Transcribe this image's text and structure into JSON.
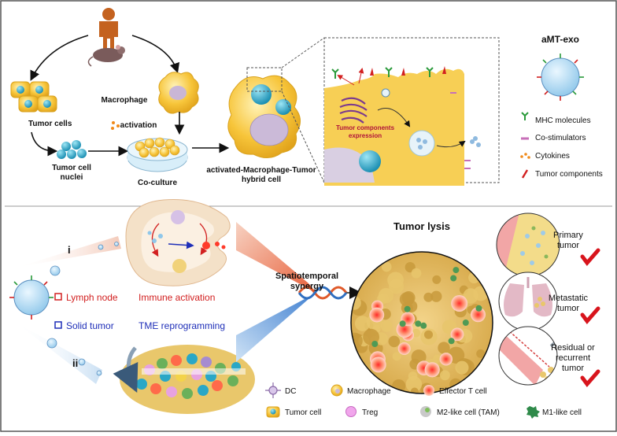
{
  "top": {
    "tumor_cells": "Tumor cells",
    "tumor_cell_nuclei_line1": "Tumor cell",
    "tumor_cell_nuclei_line2": "nuclei",
    "macrophage": "Macrophage",
    "activation": "activation",
    "co_culture": "Co-culture",
    "hybrid_line1": "activated-Macrophage-Tumor",
    "hybrid_line2": "hybrid cell",
    "inset_line1": "Tumor components",
    "inset_line2": "expression"
  },
  "legend_top": {
    "title": "aMT-exo",
    "items": [
      "MHC molecules",
      "Co-stimulators",
      "Cytokines",
      "Tumor components"
    ]
  },
  "bottom": {
    "route_i": "i",
    "route_ii": "ii",
    "lymph_node": "Lymph node",
    "immune_activation": "Immune activation",
    "solid_tumor": "Solid tumor",
    "tme_reprogramming": "TME reprogramming",
    "synergy_line1": "Spatiotemporal",
    "synergy_line2": "synergy",
    "tumor_lysis": "Tumor lysis",
    "primary_line1": "Primary",
    "primary_line2": "tumor",
    "metastatic_line1": "Metastatic",
    "metastatic_line2": "tumor",
    "residual_line1": "Residual or",
    "residual_line2": "recurrent",
    "residual_line3": "tumor"
  },
  "legend_bottom": {
    "items": [
      "DC",
      "Macrophage",
      "Effector T cell",
      "Tumor cell",
      "Treg",
      "M2-like cell (TAM)",
      "M1-like cell"
    ]
  },
  "colors": {
    "cell_yellow": "#f6c338",
    "nucleus_teal": "#2aa7c6",
    "lymph_red": "#d22020",
    "solid_blue": "#1f2fb8",
    "check_red": "#d8141c"
  }
}
